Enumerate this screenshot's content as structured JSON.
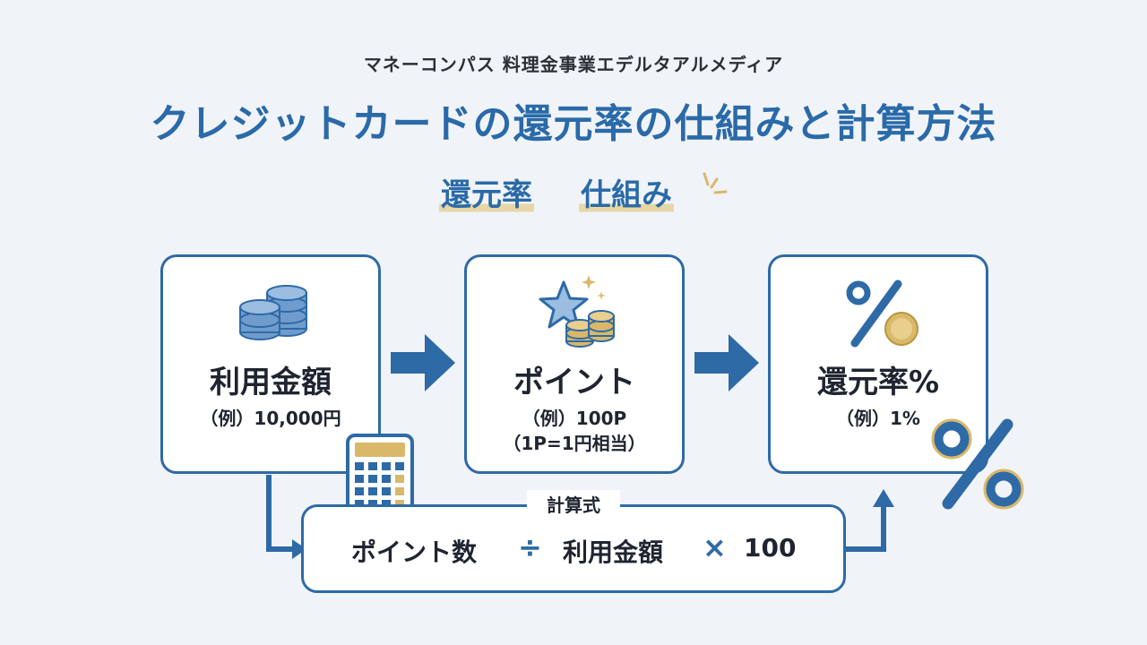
{
  "header": {
    "brand_line": "マネーコンパス  料理金事業エデルタアルメディア",
    "title": "クレジットカードの還元率の仕組みと計算方法"
  },
  "section_heading": {
    "word1": "還元率",
    "word2": "仕組み"
  },
  "cards": [
    {
      "title": "利用金額",
      "example": "（例）10,000円",
      "icon": "coin-stack-icon"
    },
    {
      "title": "ポイント",
      "example": "（例）100P",
      "note": "（1P=1円相当）",
      "icon": "star-coins-icon"
    },
    {
      "title": "還元率%",
      "example": "（例）1%",
      "icon": "percent-coin-icon"
    }
  ],
  "formula": {
    "label": "計算式",
    "term1": "ポイント数",
    "divide": "÷",
    "term2": "利用金額",
    "times": "×",
    "term3": "100"
  },
  "colors": {
    "primary_blue": "#2e6aa6",
    "title_blue": "#2a6aa8",
    "gold": "#d9b86a",
    "background": "#f0f3f8"
  }
}
